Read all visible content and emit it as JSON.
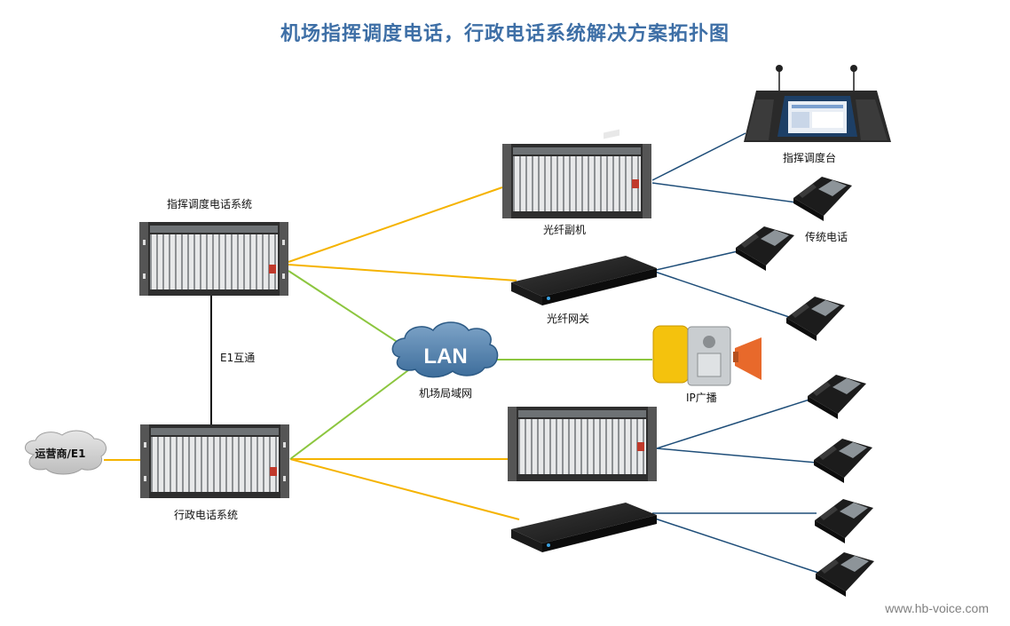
{
  "title": "机场指挥调度电话，行政电话系统解决方案拓扑图",
  "watermark": "www.hb-voice.com",
  "colors": {
    "fiber": "#f5b300",
    "lan": "#8cc63f",
    "phone": "#1f4e79",
    "e1": "#111111",
    "title": "#3e6fa6"
  },
  "nodes": {
    "dispatch_system": "指挥调度电话系统",
    "admin_system": "行政电话系统",
    "interconnect": "E1互通",
    "carrier": "运营商/E1",
    "lan_cloud": "LAN",
    "lan_label": "机场局域网",
    "fiber_sub": "光纤副机",
    "fiber_gateway": "光纤网关",
    "console": "指挥调度台",
    "traditional_phone": "传统电话",
    "ip_broadcast": "IP广播"
  }
}
